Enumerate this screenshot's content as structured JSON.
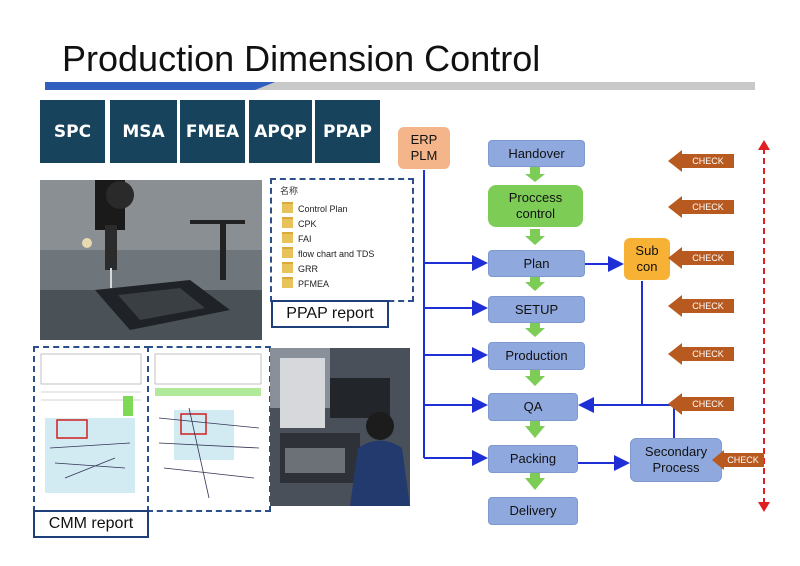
{
  "slide": {
    "title": "Production Dimension Control",
    "colors": {
      "tile_bg": "#17435c",
      "flow_box": "#8fa8de",
      "arrow_blue": "#1f2fd6",
      "check_brown": "#b85a20",
      "subcon_orange": "#f7b235",
      "green": "#7ccc55"
    }
  },
  "tiles": [
    "SPC",
    "MSA",
    "FMEA",
    "APQP",
    "PPAP"
  ],
  "ppap": {
    "header": "名称",
    "items": [
      "Control Plan",
      "CPK",
      "FAI",
      "flow chart and TDS",
      "GRR",
      "PFMEA"
    ],
    "caption": "PPAP report"
  },
  "cmm": {
    "caption": "CMM report"
  },
  "flow": {
    "erp": "ERP\nPLM",
    "steps": [
      "Handover",
      "Proccess\ncontrol",
      "Plan",
      "SETUP",
      "Production",
      "QA",
      "Packing",
      "Delivery"
    ],
    "subcon": "Sub\ncon",
    "secondary": "Secondary\nProcess",
    "check_label": "CHECK"
  }
}
